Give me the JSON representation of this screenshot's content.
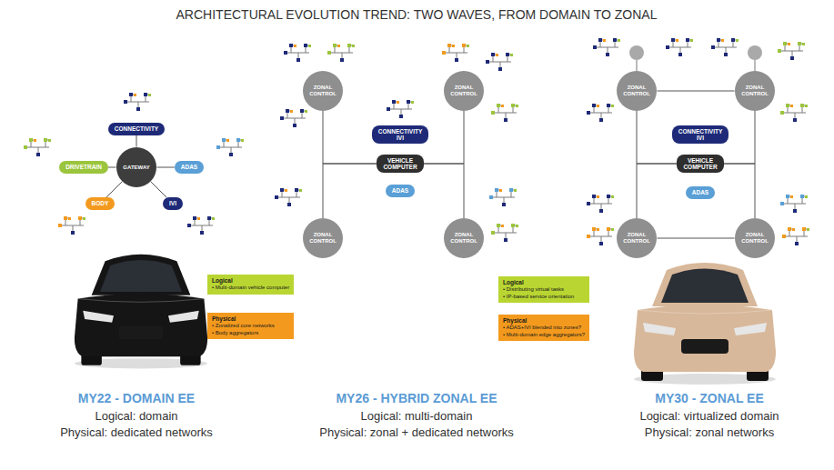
{
  "diagram": {
    "title": "ARCHITECTURAL EVOLUTION TREND: TWO WAVES, FROM DOMAIN TO ZONAL",
    "nodes": [
      {
        "text": [
          "CONNECTIVITY"
        ]
      },
      {
        "text": [
          "DRIVETRAIN"
        ]
      },
      {
        "text": [
          "GATEWAY"
        ]
      },
      {
        "text": [
          "ADAS"
        ]
      },
      {
        "text": [
          "BODY"
        ]
      },
      {
        "text": [
          "IVI"
        ]
      },
      {
        "text": [
          "Logical",
          "• Multi-domain vehicle computer"
        ]
      },
      {
        "text": [
          "Physical",
          "• Zonalized core networks",
          "• Body aggregators"
        ]
      },
      {
        "text": [
          "ZONAL CONTROL"
        ]
      },
      {
        "text": [
          "ZONAL CONTROL"
        ]
      },
      {
        "text": [
          "CONNECTIVITY IVI"
        ]
      },
      {
        "text": [
          "VEHICLE COMPUTER"
        ]
      },
      {
        "text": [
          "ADAS"
        ]
      },
      {
        "text": [
          "ZONAL CONTROL"
        ]
      },
      {
        "text": [
          "ZONAL CONTROL"
        ]
      },
      {
        "text": [
          "Logical",
          "• Distributing virtual tasks",
          "• IP-based service orientation"
        ]
      },
      {
        "text": [
          "Physical",
          "• ADAS+IVI blended into zones?",
          "• Multi-domain edge aggregators?"
        ]
      },
      {
        "text": [
          "ZONAL CONTROL"
        ]
      },
      {
        "text": [
          "ZONAL CONTROL"
        ]
      },
      {
        "text": [
          "CONNECTIVITY IVI"
        ]
      },
      {
        "text": [
          "VEHICLE COMPUTER"
        ]
      },
      {
        "text": [
          "ADAS"
        ]
      },
      {
        "text": [
          "ZONAL CONTROL"
        ]
      },
      {
        "text": [
          "ZONAL CONTROL"
        ]
      }
    ],
    "edges": [
      {
        "from": 2,
        "to": 0,
        "arrow": "none"
      },
      {
        "from": 2,
        "to": 1,
        "arrow": "none"
      },
      {
        "from": 2,
        "to": 3,
        "arrow": "none"
      },
      {
        "from": 2,
        "to": 4,
        "arrow": "none"
      },
      {
        "from": 2,
        "to": 5,
        "arrow": "none"
      },
      {
        "from": 11,
        "to": 8,
        "arrow": "none"
      },
      {
        "from": 11,
        "to": 9,
        "arrow": "none"
      },
      {
        "from": 11,
        "to": 13,
        "arrow": "none"
      },
      {
        "from": 11,
        "to": 14,
        "arrow": "none"
      },
      {
        "from": 17,
        "to": 18,
        "arrow": "none"
      },
      {
        "from": 22,
        "to": 23,
        "arrow": "none"
      },
      {
        "from": 20,
        "to": 17,
        "arrow": "none"
      },
      {
        "from": 20,
        "to": 18,
        "arrow": "none"
      },
      {
        "from": 20,
        "to": 22,
        "arrow": "none"
      },
      {
        "from": 20,
        "to": 23,
        "arrow": "none"
      }
    ],
    "labels": [
      "MY22 - DOMAIN EE",
      "Logical: domain",
      "Physical: dedicated networks",
      "MY26 - HYBRID ZONAL EE",
      "Logical: multi-domain",
      "Physical: zonal + dedicated networks",
      "MY30 - ZONAL EE",
      "Logical: virtualized domain",
      "Physical: zonal networks"
    ]
  }
}
